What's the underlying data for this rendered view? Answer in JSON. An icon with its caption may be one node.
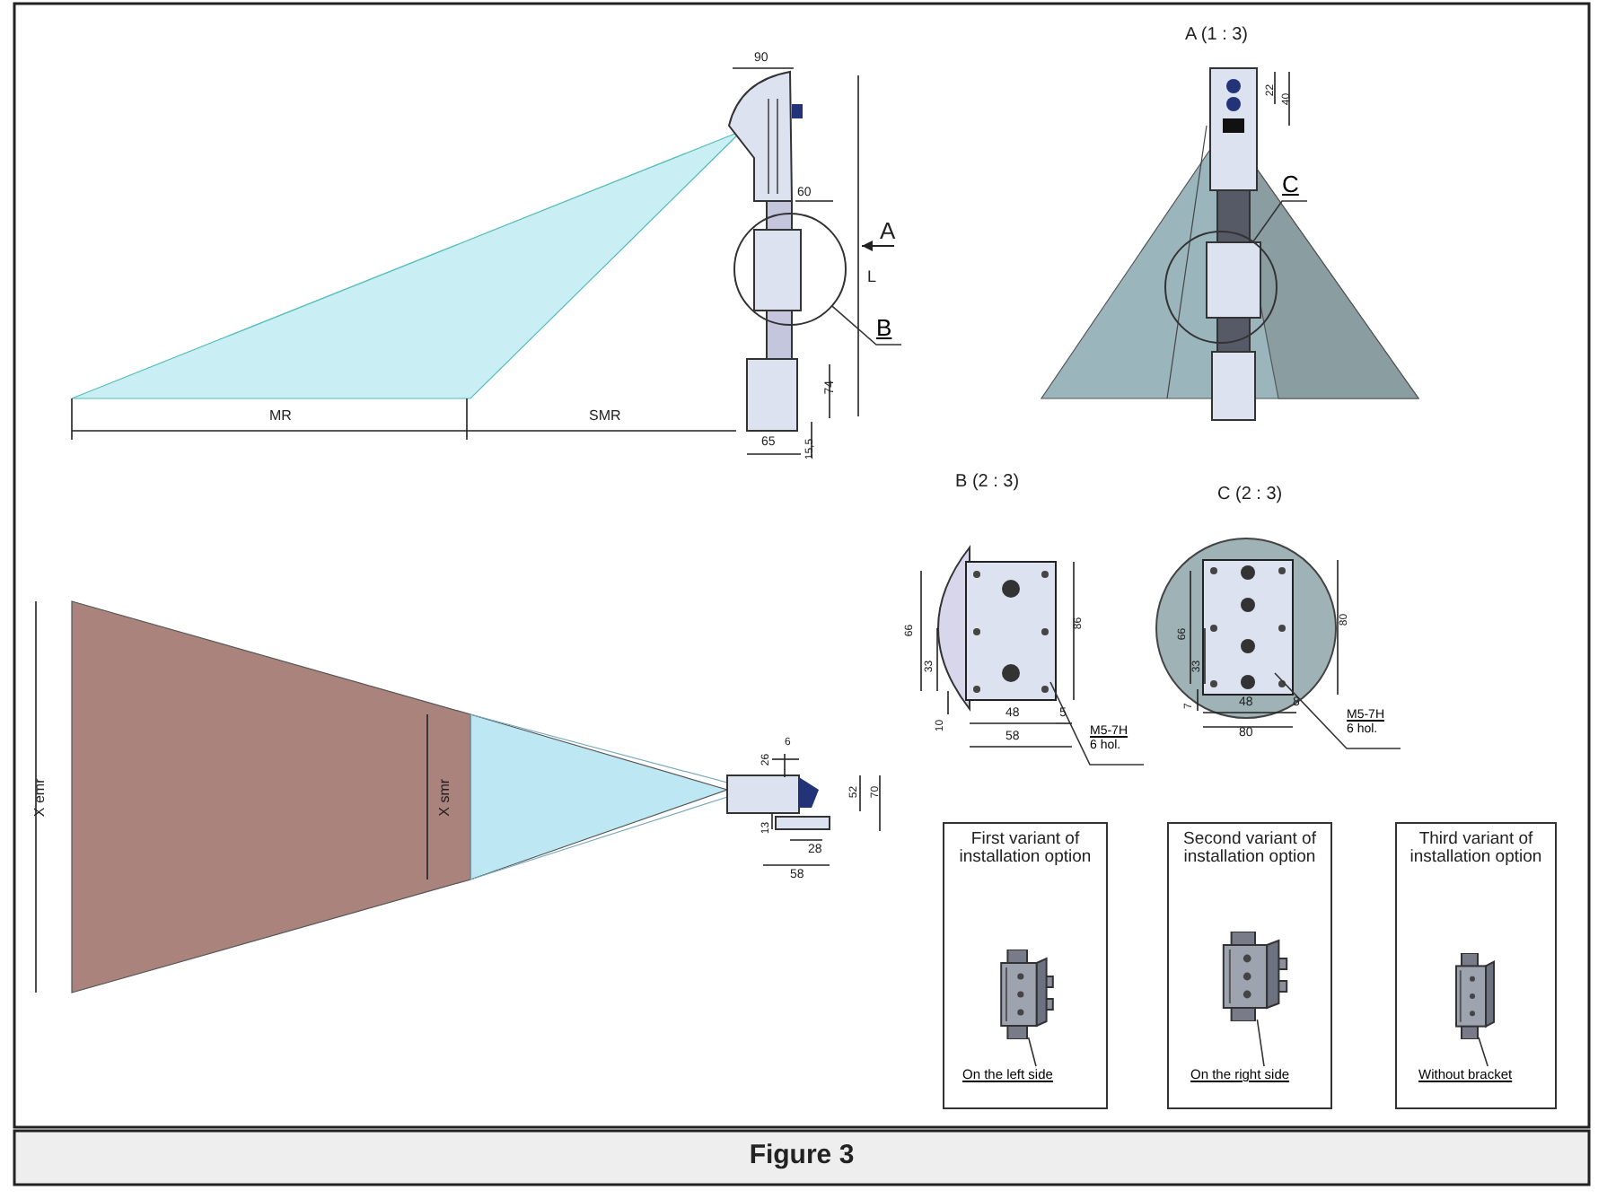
{
  "diagram": {
    "caption": "Figure 3",
    "nodes": [
      {
        "text": [
          "First variant of installation option"
        ]
      },
      {
        "text": [
          "Second variant of installation option"
        ]
      },
      {
        "text": [
          "Third variant of installation option"
        ]
      },
      {
        "text": [
          "On the left side"
        ],
        "in": 0
      },
      {
        "text": [],
        "shape": "picture",
        "in": 0
      },
      {
        "text": [
          "On the right side"
        ],
        "in": 1
      },
      {
        "text": [],
        "shape": "picture",
        "in": 1
      },
      {
        "text": [
          "Without bracket"
        ],
        "in": 2
      },
      {
        "text": [],
        "shape": "picture",
        "in": 2
      },
      {
        "text": [
          "B"
        ]
      },
      {
        "text": [],
        "shape": "circle"
      },
      {
        "text": [
          "C"
        ]
      },
      {
        "text": [],
        "shape": "circle"
      },
      {
        "text": [
          "M5-7H",
          "6 hol."
        ]
      },
      {
        "text": [
          "M5-7H",
          "6 hol."
        ]
      }
    ],
    "edges": [
      {
        "from": 3,
        "to": 4,
        "arrow": "none"
      },
      {
        "from": 5,
        "to": 6,
        "arrow": "none"
      },
      {
        "from": 7,
        "to": 8,
        "arrow": "none"
      },
      {
        "from": 9,
        "to": 10,
        "arrow": "none"
      },
      {
        "from": 11,
        "to": 12,
        "arrow": "none"
      },
      {
        "from": 13,
        "to": null,
        "arrow": "none"
      },
      {
        "from": 14,
        "to": null,
        "arrow": "none"
      }
    ],
    "labels": [
      "A",
      "A (1 : 3)",
      "90",
      "60",
      "L",
      "74",
      "65",
      "15,5",
      "MR",
      "SMR",
      "22",
      "40",
      "B (2 : 3)",
      "C (2 : 3)",
      "66",
      "33",
      "10",
      "86",
      "48",
      "5",
      "58",
      "66",
      "33",
      "7",
      "80",
      "48",
      "8",
      "80",
      "X emr",
      "X smr",
      "6",
      "26",
      "52",
      "70",
      "13",
      "28",
      "58"
    ]
  }
}
